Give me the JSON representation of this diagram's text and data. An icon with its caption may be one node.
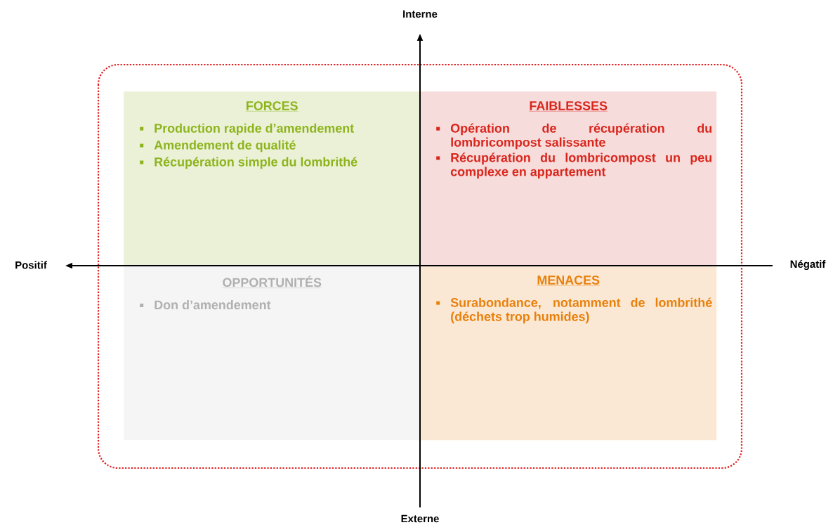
{
  "diagram": {
    "nodes": [
      {
        "text": [
          "FORCES",
          "Production rapide d’amendement",
          "Amendement de qualité",
          "Récupération simple du lombrithé"
        ]
      },
      {
        "text": [
          "FAIBLESSES",
          "Opération de récupération du lombricompost salissante",
          "Récupération du lombricompost un peu complexe en appartement"
        ]
      },
      {
        "text": [
          "OPPORTUNITÉS",
          "Don d’amendement"
        ]
      },
      {
        "text": [
          "MENACES",
          "Surabondance, notamment de lombrithé (déchets trop humides)"
        ]
      }
    ],
    "labels": [
      "Interne",
      "Positif",
      "Négatif",
      "Externe"
    ]
  }
}
